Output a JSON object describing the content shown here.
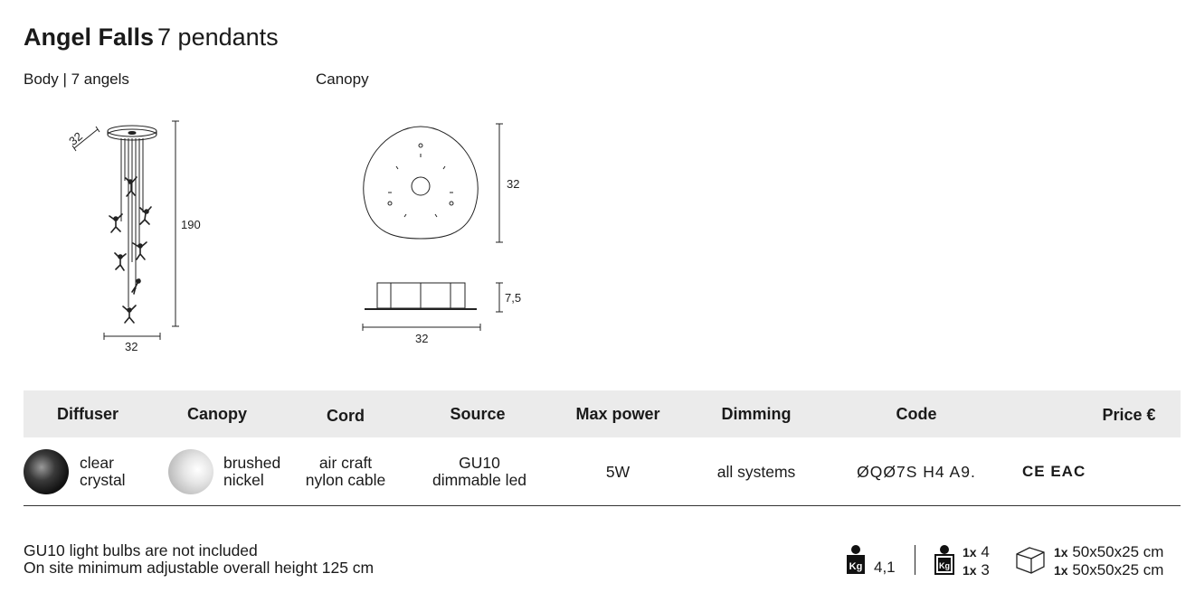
{
  "header": {
    "product_name": "Angel Falls",
    "variant": "7 pendants"
  },
  "drawings": {
    "body_label": "Body | 7 angels",
    "canopy_label": "Canopy",
    "body_diameter_diag": "32",
    "body_height": "190",
    "body_width": "32",
    "canopy_depth": "32",
    "canopy_height": "7,5",
    "canopy_width": "32"
  },
  "table": {
    "headers": {
      "diffuser": "Diffuser",
      "canopy": "Canopy",
      "cord": "Cord",
      "source": "Source",
      "max_power": "Max power",
      "dimming": "Dimming",
      "code": "Code",
      "price": "Price €"
    },
    "row": {
      "diffuser_line1": "clear",
      "diffuser_line2": "crystal",
      "canopy_line1": "brushed",
      "canopy_line2": "nickel",
      "cord_line1": "air craft",
      "cord_line2": "nylon cable",
      "source_line1": "GU10",
      "source_line2": "dimmable led",
      "max_power": "5W",
      "dimming": "all systems",
      "code": "ØQØ7S H4 A9.",
      "certifications": "CE EAC"
    }
  },
  "footer": {
    "note1": "GU10 light bulbs are not included",
    "note2": "On site minimum adjustable overall height 125 cm"
  },
  "packaging": {
    "net_weight": "4,1",
    "gross_qty1": "1x",
    "gross_val1": "4",
    "gross_qty2": "1x",
    "gross_val2": "3",
    "box_qty1": "1x",
    "box_dim1": "50x50x25 cm",
    "box_qty2": "1x",
    "box_dim2": "50x50x25 cm",
    "weight_icon": "kg-weight-icon",
    "box_icon": "box-icon"
  }
}
